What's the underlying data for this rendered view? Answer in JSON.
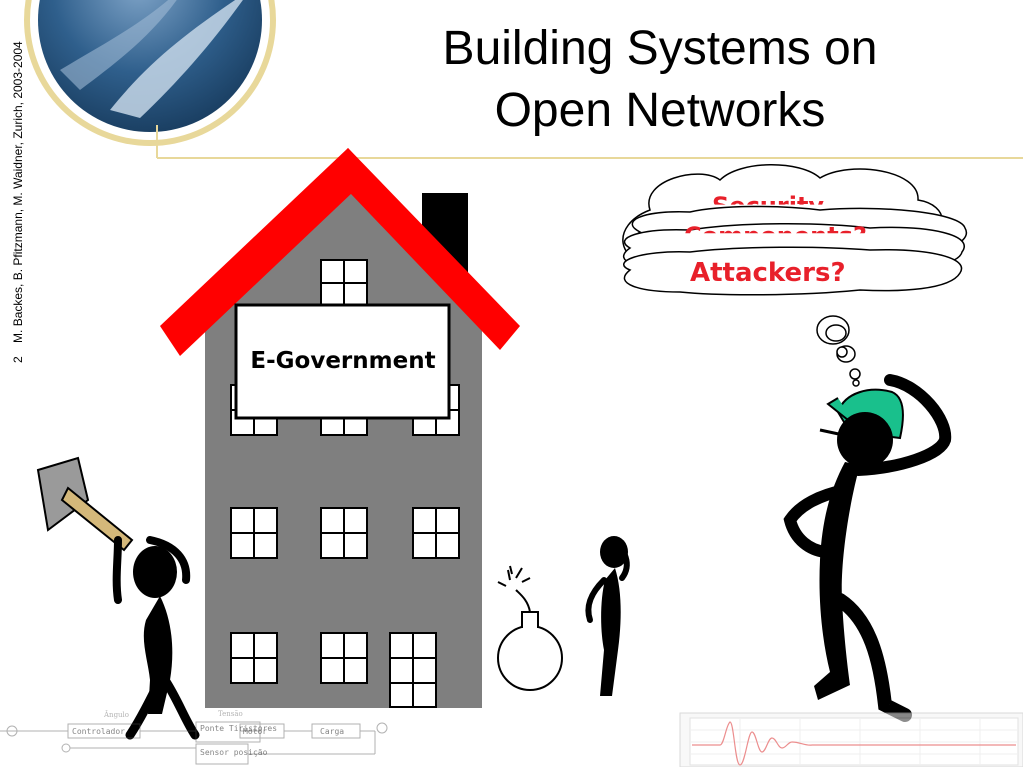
{
  "slide": {
    "title_line1": "Building Systems on",
    "title_line2": "Open Networks",
    "page_number": "2",
    "footer_credit": "M. Backes, B. Pfitzmann, M. Waidner, Zurich, 2003-2004"
  },
  "house": {
    "sign_text": "E-Government"
  },
  "thought_cloud": {
    "partial_text_1": "Security",
    "partial_text_2": "Components?",
    "front_text": "Attackers?"
  },
  "colors": {
    "roof": "#ff0000",
    "house_wall": "#7f7f7f",
    "logo_blue": "#2f5f8c",
    "accent_gold": "#e8d89a",
    "cloud_text": "#e8202a",
    "hard_hat": "#19c08c"
  },
  "diagram_fragment": {
    "labels": [
      "Controlador",
      "Ponte Tiristores",
      "Motor",
      "Carga",
      "Sensor posição"
    ]
  }
}
